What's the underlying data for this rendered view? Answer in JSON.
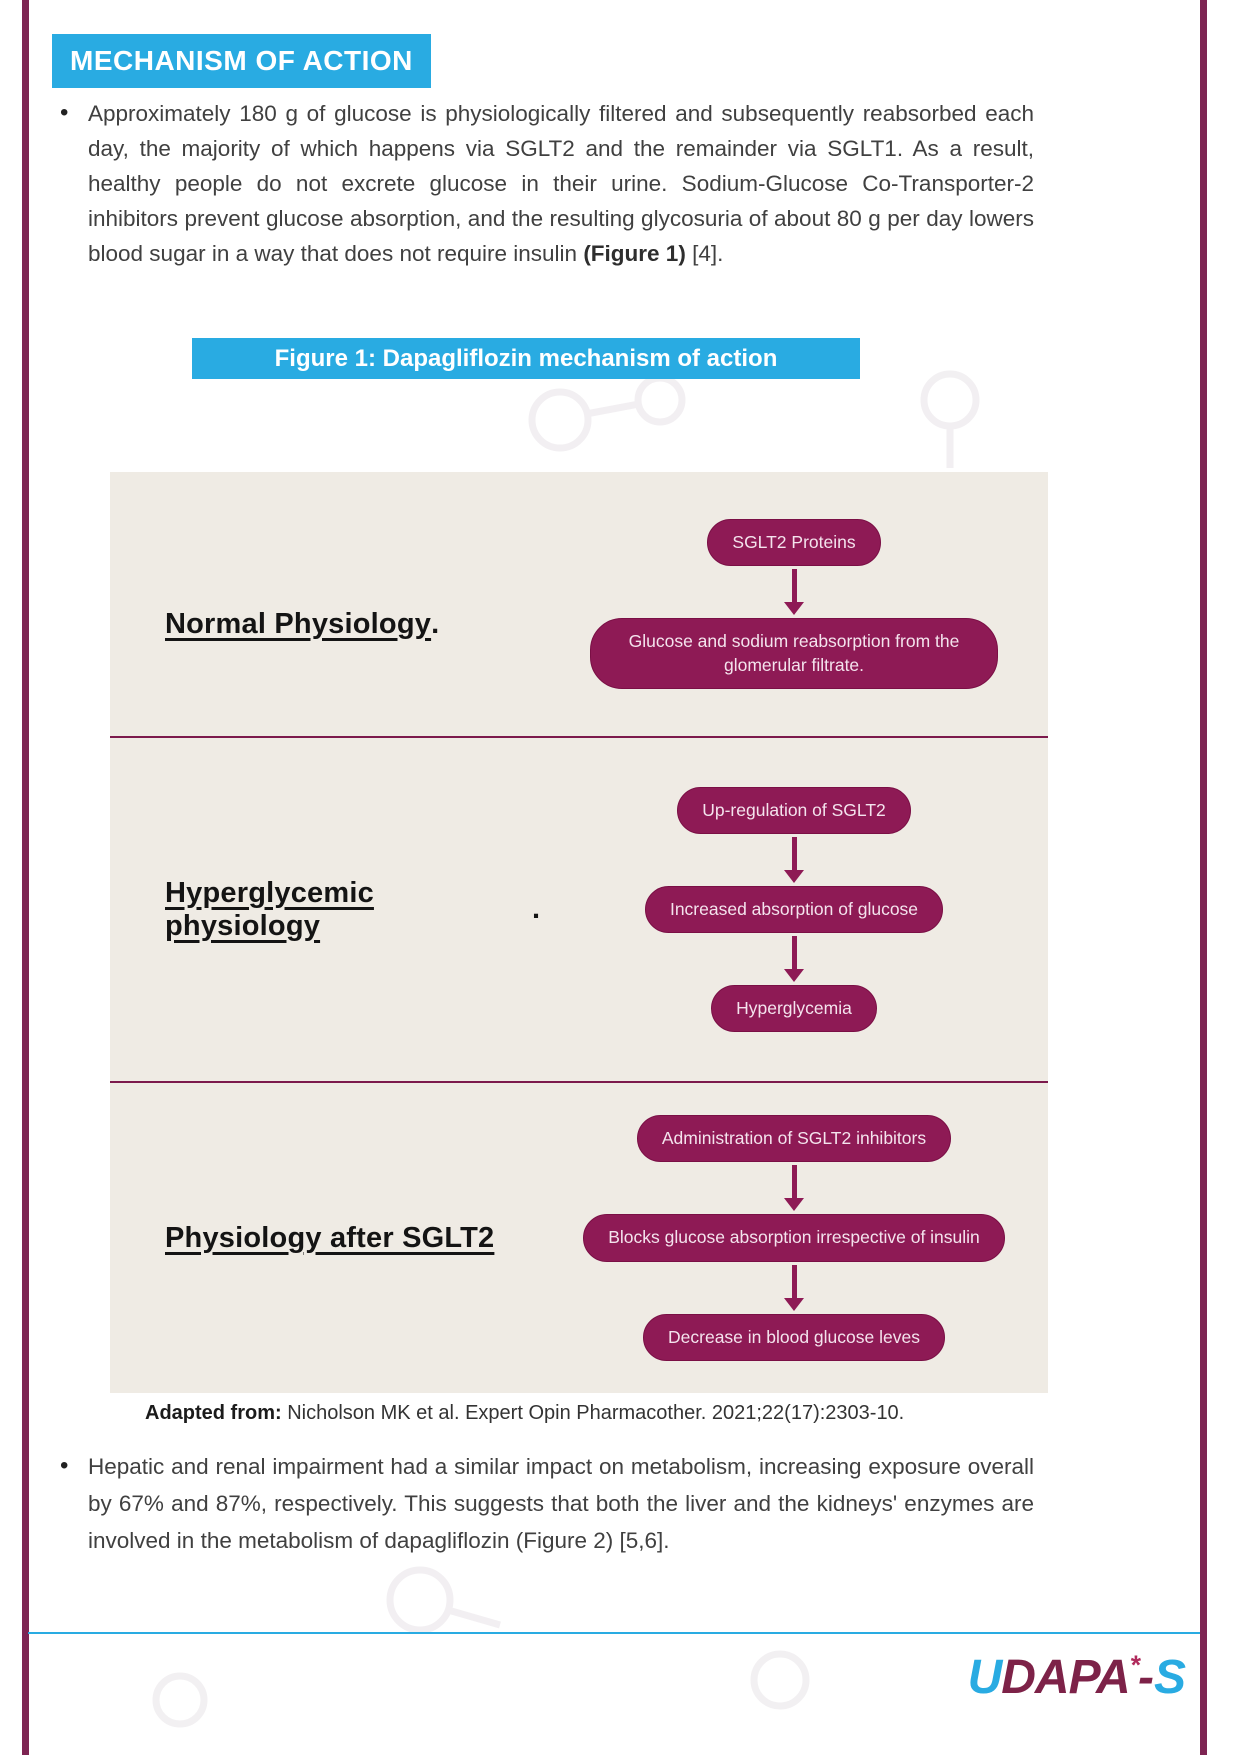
{
  "header": {
    "title": "MECHANISM OF ACTION"
  },
  "intro_bullet": {
    "marker": "•",
    "text_before": "Approximately 180 g of glucose is physiologically filtered and subsequently reabsorbed each day, the majority of which happens via SGLT2 and the remainder via SGLT1. As a result, healthy people do not excrete glucose in their urine. Sodium-Glucose Co-Transporter-2 inhibitors prevent glucose absorption, and the resulting glycosuria of about 80 g per day lowers blood sugar in a way that does not require insulin ",
    "bold_text": "(Figure 1)",
    "text_after": " [4]."
  },
  "figure": {
    "title": "Figure 1: Dapagliflozin mechanism of action",
    "sections": [
      {
        "label": "Normal Physiology",
        "label_suffix": ".",
        "steps": [
          "SGLT2 Proteins",
          "Glucose and sodium reabsorption from the glomerular filtrate."
        ]
      },
      {
        "label": "Hyperglycemic physiology",
        "label_suffix": ".",
        "steps": [
          "Up-regulation of SGLT2",
          "Increased absorption of glucose",
          "Hyperglycemia"
        ]
      },
      {
        "label": "Physiology after SGLT2",
        "label_suffix": "",
        "steps": [
          "Administration of SGLT2 inhibitors",
          "Blocks glucose absorption irrespective of insulin",
          "Decrease in blood glucose leves"
        ]
      }
    ],
    "caption_label": "Adapted from:",
    "caption_text": " Nicholson MK et al. Expert Opin Pharmacother. 2021;22(17):2303-10."
  },
  "body_bullet": {
    "marker": "•",
    "text": "Hepatic and renal impairment had a similar impact on metabolism, increasing exposure overall by 67% and 87%, respectively. This suggests that both the liver and the kidneys' enzymes are involved in the metabolism of dapagliflozin (Figure 2) [5,6]."
  },
  "footer": {
    "logo": {
      "u": "U",
      "dapa": "DAPA",
      "asterisk": "*",
      "hyphen": "-",
      "s": "S"
    }
  },
  "colors": {
    "accent_blue": "#29ABE2",
    "box_maroon": "#8E1A55",
    "frame_maroon": "#7E2553",
    "panel_beige": "#EFEBE4",
    "body_text": "#404040"
  }
}
